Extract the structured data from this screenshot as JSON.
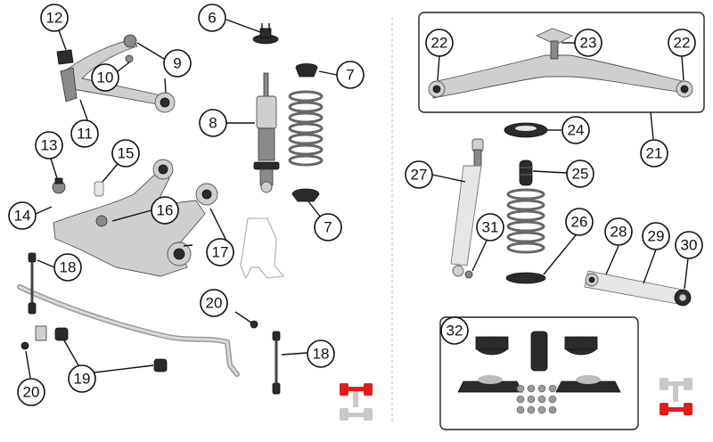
{
  "callouts": {
    "c6": "6",
    "c12": "12",
    "c9": "9",
    "c10": "10",
    "c7a": "7",
    "c11": "11",
    "c8": "8",
    "c13": "13",
    "c15": "15",
    "c16": "16",
    "c14": "14",
    "c17": "17",
    "c7b": "7",
    "c18a": "18",
    "c20a": "20",
    "c18b": "18",
    "c19": "19",
    "c20b": "20",
    "c22a": "22",
    "c23": "23",
    "c22b": "22",
    "c21": "21",
    "c24": "24",
    "c27": "27",
    "c25": "25",
    "c31": "31",
    "c26": "26",
    "c28": "28",
    "c29": "29",
    "c30": "30",
    "c32": "32"
  },
  "colors": {
    "highlight": "#e21b1b",
    "inactive": "#c8c8c8"
  },
  "icons": {
    "front_axle_indicator": "front-axle-highlighted-icon",
    "rear_axle_indicator": "rear-axle-highlighted-icon"
  }
}
